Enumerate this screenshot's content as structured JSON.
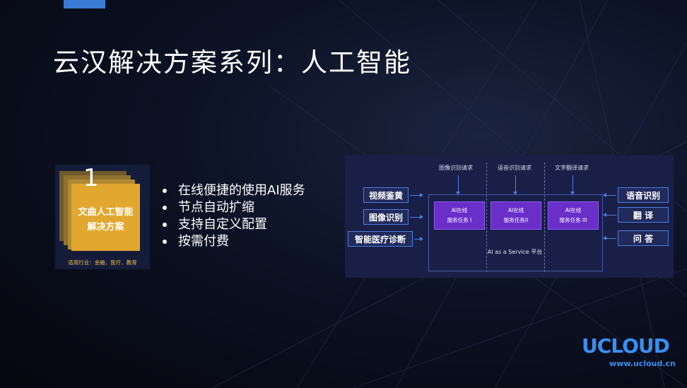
{
  "slide": {
    "title": "云汉解决方案系列：人工智能"
  },
  "card": {
    "number": "1",
    "label_line1": "文曲人工智能",
    "label_line2": "解决方案",
    "footer": "适用行业：金融、医疗、教育"
  },
  "bullets": [
    "在线便捷的使用AI服务",
    "节点自动扩缩",
    "支持自定义配置",
    "按需付费"
  ],
  "diagram": {
    "requests": [
      "图像识别请求",
      "语音识别请求",
      "文字翻译请求"
    ],
    "left_inputs": [
      "视频鉴黄",
      "图像识别",
      "智能医疗诊断"
    ],
    "right_inputs": [
      "语音识别",
      "翻 译",
      "问 答"
    ],
    "tasks": [
      {
        "line1": "AI在线",
        "line2": "服务任务 I"
      },
      {
        "line1": "AI在线",
        "line2": "服务任务II"
      },
      {
        "line1": "AI在线",
        "line2": "服务任务 III"
      }
    ],
    "platform_label": "AI as a Service 平台"
  },
  "logo": {
    "brand": "UCLOUD",
    "url": "www.ucloud.cn"
  }
}
